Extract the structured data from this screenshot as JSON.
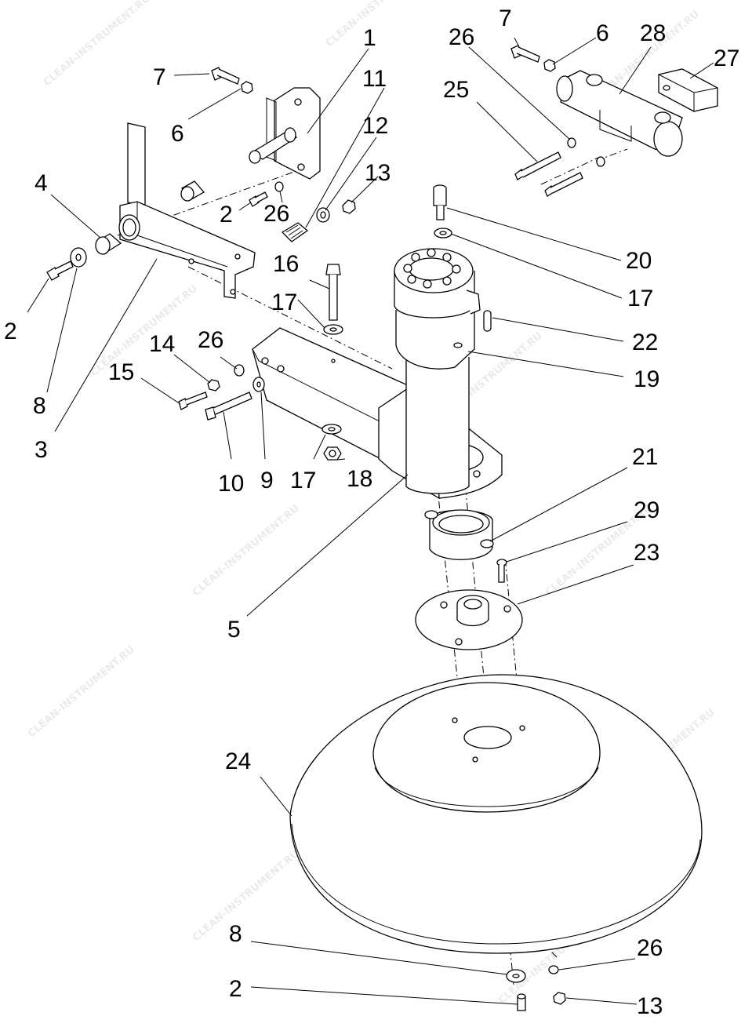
{
  "watermark": "CLEAN-INSTRUMENT.RU",
  "labels": [
    "1",
    "2",
    "2",
    "2",
    "3",
    "4",
    "5",
    "6",
    "6",
    "7",
    "7",
    "8",
    "8",
    "9",
    "10",
    "11",
    "12",
    "13",
    "13",
    "14",
    "15",
    "16",
    "17",
    "17",
    "17",
    "18",
    "19",
    "20",
    "21",
    "22",
    "23",
    "24",
    "25",
    "26",
    "26",
    "26",
    "26",
    "27",
    "28",
    "29"
  ]
}
